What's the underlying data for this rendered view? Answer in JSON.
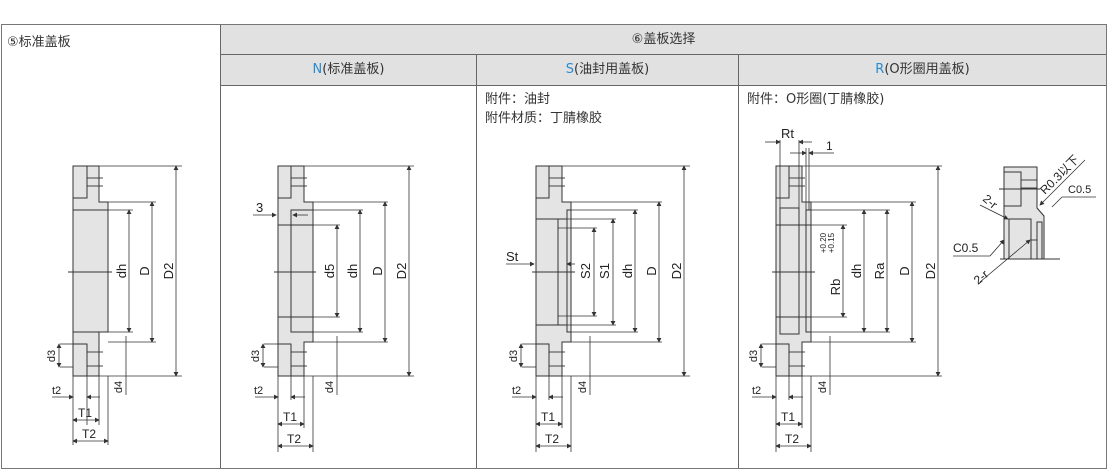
{
  "table": {
    "col5_title": "⑤标准盖板",
    "col6_title": "⑥盖板选择",
    "options": [
      {
        "code": "N",
        "label": "(标准盖板)"
      },
      {
        "code": "S",
        "label": "(油封用盖板)",
        "notes": [
          "附件：油封",
          "附件材质：丁腈橡胶"
        ]
      },
      {
        "code": "R",
        "label": "(O形圈用盖板)",
        "notes": [
          "附件：O形圈(丁腈橡胶)"
        ]
      }
    ]
  },
  "accent_color": "#2a8cd0",
  "drawings": {
    "standard": {
      "labels": [
        "dh",
        "D",
        "D2",
        "d3",
        "d4",
        "t2",
        "T1",
        "T2"
      ]
    },
    "N": {
      "labels": [
        "3",
        "d5",
        "dh",
        "D",
        "D2",
        "d3",
        "d4",
        "t2",
        "T1",
        "T2"
      ]
    },
    "S": {
      "labels": [
        "St",
        "S2",
        "S1",
        "dh",
        "D",
        "D2",
        "d3",
        "d4",
        "t2",
        "T1",
        "T2"
      ]
    },
    "R": {
      "labels": [
        "Rt",
        "1",
        "Rb",
        "+0.20",
        "+0.15",
        "dh",
        "Ra",
        "D",
        "D2",
        "d3",
        "d4",
        "t2",
        "T1",
        "T2"
      ]
    },
    "R_detail": {
      "labels": [
        "R0.3以下",
        "C0.5",
        "2-r",
        "C0.5",
        "2-r"
      ]
    }
  }
}
